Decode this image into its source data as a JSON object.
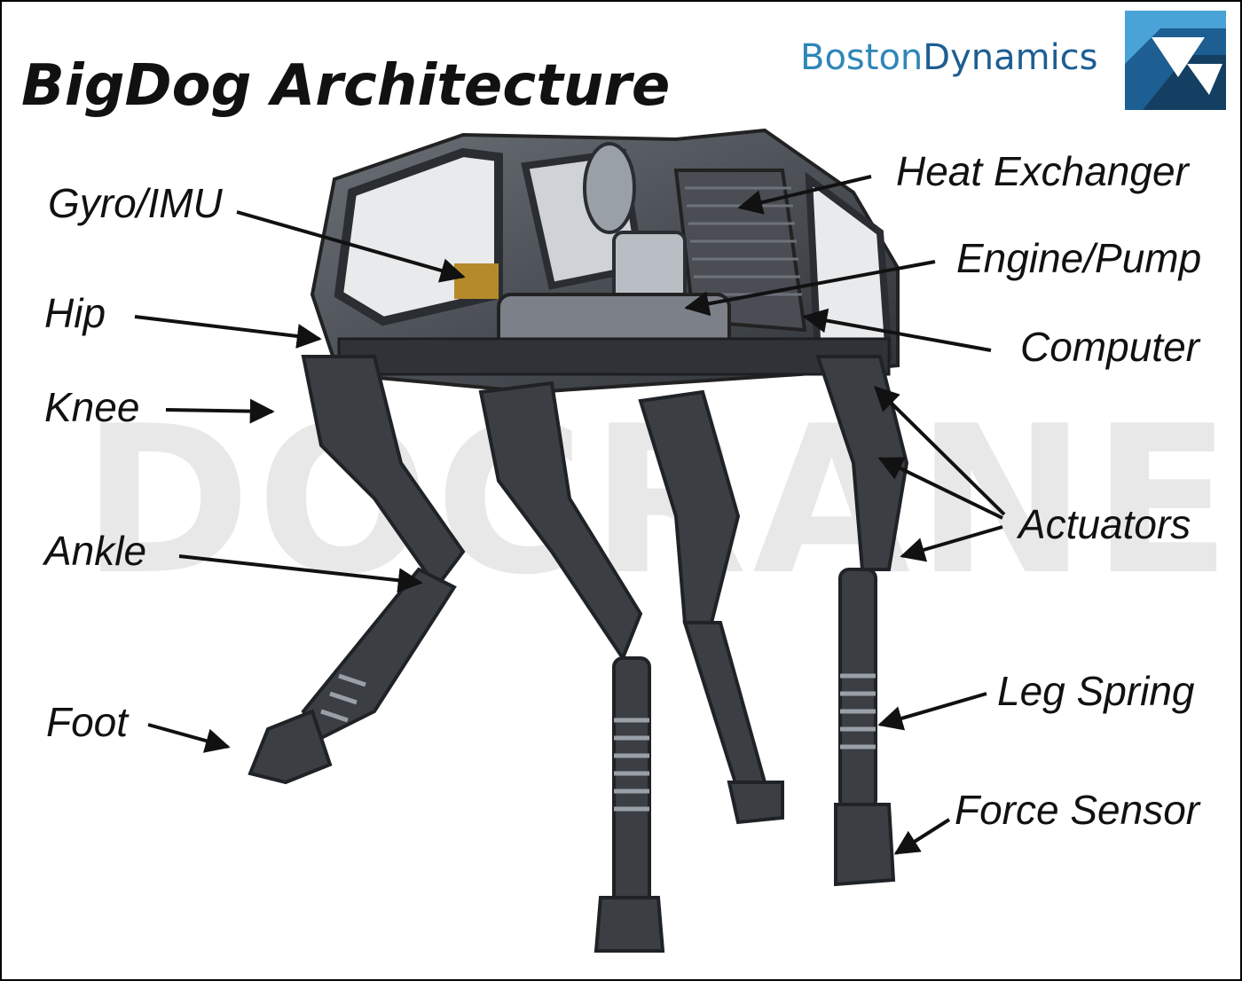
{
  "title": "BigDog Architecture",
  "brand": {
    "part1": "Boston",
    "part2": "Dynamics",
    "logo_icon": "boston-dynamics-logo"
  },
  "watermark": "DOCRANE",
  "labels": {
    "gyro_imu": "Gyro/IMU",
    "hip": "Hip",
    "knee": "Knee",
    "ankle": "Ankle",
    "foot": "Foot",
    "heat_exchanger": "Heat Exchanger",
    "engine_pump": "Engine/Pump",
    "computer": "Computer",
    "actuators": "Actuators",
    "leg_spring": "Leg Spring",
    "force_sensor": "Force Sensor"
  },
  "colors": {
    "robot": "#3b3f44",
    "robot_light": "#8a8f96",
    "accent_gold": "#b58a2a",
    "brand_blue": "#2f86b8",
    "brand_dark": "#1d5e93"
  }
}
